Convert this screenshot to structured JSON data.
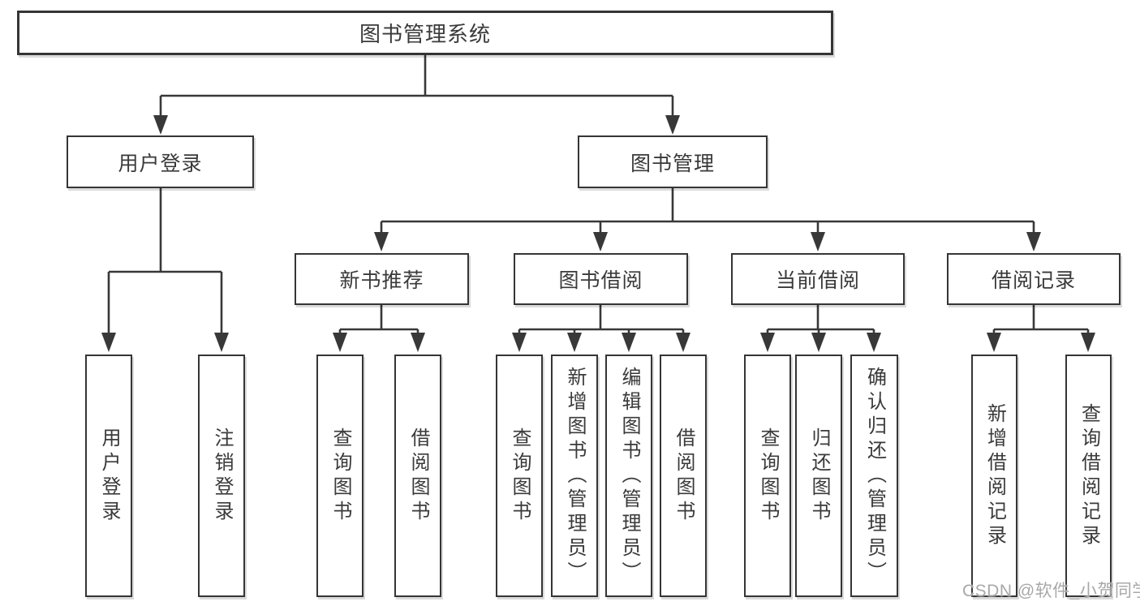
{
  "tree": {
    "label": "图书管理系统",
    "children": [
      {
        "label": "用户登录",
        "children": [
          {
            "label": "用户登录"
          },
          {
            "label": "注销登录"
          }
        ]
      },
      {
        "label": "图书管理",
        "children": [
          {
            "label": "新书推荐",
            "children": [
              {
                "label": "查询图书"
              },
              {
                "label": "借阅图书"
              }
            ]
          },
          {
            "label": "图书借阅",
            "children": [
              {
                "label": "查询图书"
              },
              {
                "label": "新增图书（管理员）"
              },
              {
                "label": "编辑图书（管理员）"
              },
              {
                "label": "借阅图书"
              }
            ]
          },
          {
            "label": "当前借阅",
            "children": [
              {
                "label": "查询图书"
              },
              {
                "label": "归还图书"
              },
              {
                "label": "确认归还（管理员）"
              }
            ]
          },
          {
            "label": "借阅记录",
            "children": [
              {
                "label": "新增借阅记录"
              },
              {
                "label": "查询借阅记录"
              }
            ]
          }
        ]
      }
    ]
  },
  "watermark": "CSDN @软件_小贺同学",
  "colors": {
    "line": "#383838",
    "box_border": "#353535",
    "text": "#3a3a3a",
    "background": "#ffffff",
    "watermark": "#a8a8a8"
  }
}
